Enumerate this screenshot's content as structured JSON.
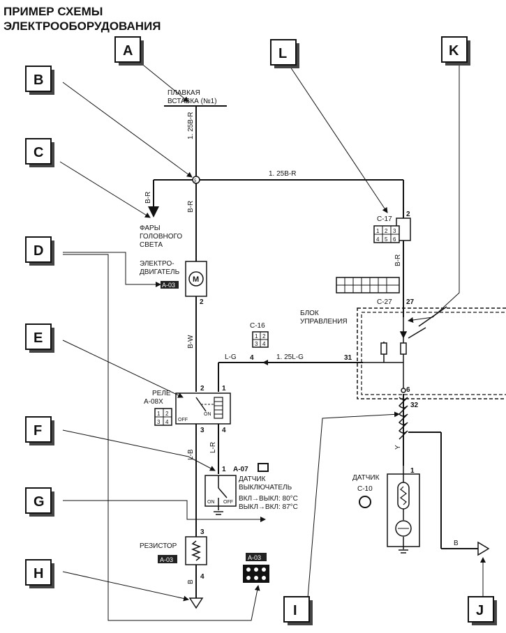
{
  "title": {
    "line1": "ПРИМЕР СХЕМЫ",
    "line2": "ЭЛЕКТРООБОРУДОВАНИЯ"
  },
  "callouts": [
    "A",
    "B",
    "C",
    "D",
    "E",
    "F",
    "G",
    "H",
    "I",
    "J",
    "K",
    "L"
  ],
  "fuse": {
    "line1": "ПЛАВКАЯ",
    "line2": "ВСТАВКА (№1)"
  },
  "wires": {
    "main_top": "1. 25B-R",
    "junction_right": "1. 25B-R",
    "headlight": "B-R",
    "motor_feed": "B-R",
    "c17_down": "B-R",
    "motor_relay": "B-W",
    "relay_left": "L-G",
    "relay_ctrl": "1. 25L-G",
    "relay_bottom_right": "L-R",
    "relay_bottom_left": "L-B",
    "resistor_out": "B",
    "sensor": "Y",
    "ground_right": "B"
  },
  "junction": "5",
  "headlights": {
    "line1": "ФАРЫ",
    "line2": "ГОЛОВНОГО",
    "line3": "СВЕТА"
  },
  "motor": {
    "line1": "ЭЛЕКТРО-",
    "line2": "ДВИГАТЕЛЬ",
    "code": "A-03",
    "pin": "2"
  },
  "connector_c17": {
    "name": "C-17",
    "pin": "2",
    "cells": [
      "1",
      "2",
      "3",
      "4",
      "5",
      "6"
    ]
  },
  "connector_c27": {
    "name": "C-27",
    "pin": "27"
  },
  "control_unit": {
    "line1": "БЛОК",
    "line2": "УПРАВЛЕНИЯ",
    "pin_top": "27",
    "pin_left": "31",
    "pin_bottom": "6",
    "pin_out": "32"
  },
  "connector_c16": {
    "name": "C-16",
    "cells": [
      "1",
      "2",
      "3",
      "4"
    ]
  },
  "relay": {
    "line1": "РЕЛЕ",
    "line2": "A-08X",
    "pin1": "1",
    "pin2": "2",
    "pin3": "3",
    "pin4": "4",
    "pin_c16": "4",
    "off": "OFF",
    "on": "ON",
    "cells": [
      "1",
      "2",
      "3",
      "4"
    ]
  },
  "switch": {
    "code": "A-07",
    "line1": "ДАТЧИК",
    "line2": "ВЫКЛЮЧАТЕЛЬ",
    "cond1": "ВКЛ→ВЫКЛ: 80°C",
    "cond2": "ВЫКЛ→ВКЛ: 87°C",
    "pin": "1",
    "on": "ON",
    "off": "OFF"
  },
  "resistor": {
    "label": "РЕЗИСТОР",
    "code": "A-03",
    "pin_top": "3",
    "pin_bottom": "4"
  },
  "connector_a03": {
    "code": "A-03"
  },
  "sensor": {
    "line1": "ДАТЧИК",
    "line2": "C-10",
    "pin": "1"
  }
}
